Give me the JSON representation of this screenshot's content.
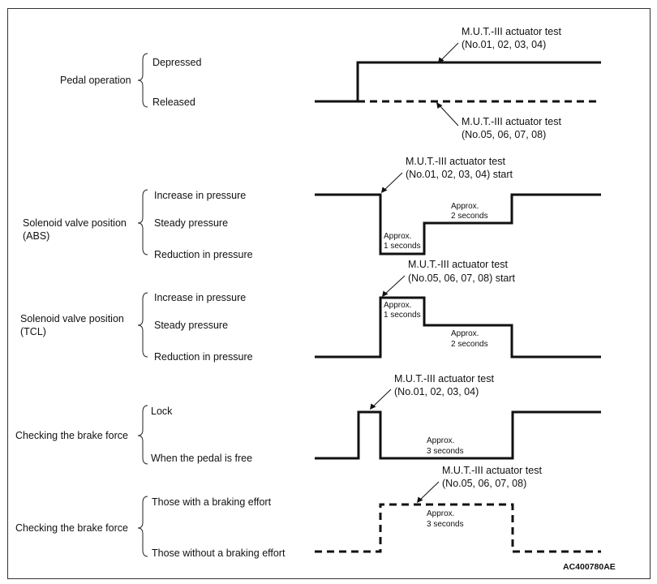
{
  "code": "AC400780AE",
  "sections": {
    "pedal": {
      "title": "Pedal operation",
      "state_high": "Depressed",
      "state_low": "Released",
      "note_top": [
        "M.U.T.-III actuator test",
        "(No.01, 02, 03, 04)"
      ],
      "note_bottom": [
        "M.U.T.-III actuator test",
        "(No.05, 06, 07, 08)"
      ]
    },
    "abs": {
      "title": [
        "Solenoid valve position",
        "(ABS)"
      ],
      "state_high": "Increase in pressure",
      "state_mid": "Steady pressure",
      "state_low": "Reduction in pressure",
      "note": [
        "M.U.T.-III actuator test",
        "(No.01, 02, 03, 04) start"
      ],
      "dur1": [
        "Approx.",
        "1 seconds"
      ],
      "dur2": [
        "Approx.",
        "2 seconds"
      ]
    },
    "tcl": {
      "title": [
        "Solenoid valve position",
        "(TCL)"
      ],
      "state_high": "Increase in pressure",
      "state_mid": "Steady pressure",
      "state_low": "Reduction in pressure",
      "note": [
        "M.U.T.-III actuator test",
        "(No.05, 06, 07, 08) start"
      ],
      "dur1": [
        "Approx.",
        "1 seconds"
      ],
      "dur2": [
        "Approx.",
        "2 seconds"
      ]
    },
    "brake1": {
      "title": "Checking the brake force",
      "state_high": "Lock",
      "state_low": "When the pedal is free",
      "note": [
        "M.U.T.-III actuator test",
        "(No.01, 02, 03, 04)"
      ],
      "dur": [
        "Approx.",
        "3 seconds"
      ]
    },
    "brake2": {
      "title": "Checking the brake force",
      "state_high": "Those with a braking effort",
      "state_low": "Those without a braking effort",
      "note": [
        "M.U.T.-III actuator test",
        "(No.05, 06, 07, 08)"
      ],
      "dur": [
        "Approx.",
        "3 seconds"
      ]
    }
  }
}
